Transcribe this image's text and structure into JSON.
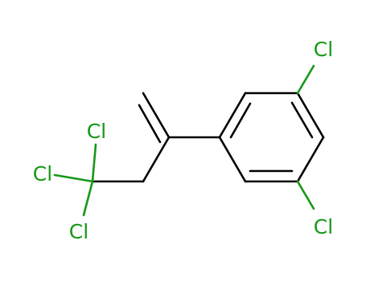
{
  "molecule": {
    "colors": {
      "carbon_bond": "#000000",
      "chlorine": "#169816",
      "background": "#ffffff"
    },
    "atoms": [
      {
        "id": "cl_ring_top",
        "element": "Cl",
        "label": "Cl"
      },
      {
        "id": "cl_ring_bottom",
        "element": "Cl",
        "label": "Cl"
      },
      {
        "id": "cl_chain_top",
        "element": "Cl",
        "label": "Cl"
      },
      {
        "id": "cl_chain_left",
        "element": "Cl",
        "label": "Cl"
      },
      {
        "id": "cl_chain_bottom",
        "element": "Cl",
        "label": "Cl"
      }
    ]
  }
}
